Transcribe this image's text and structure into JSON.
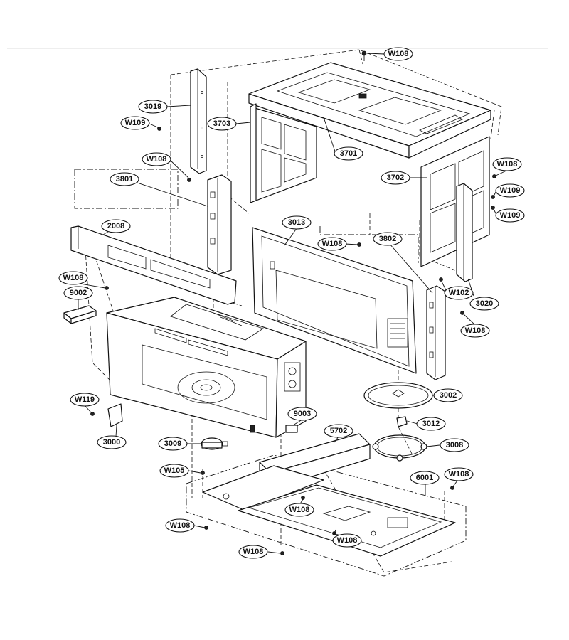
{
  "callouts": [
    {
      "id": "w108-top",
      "label": "W108"
    },
    {
      "id": "3019",
      "label": "3019"
    },
    {
      "id": "w109-left",
      "label": "W109"
    },
    {
      "id": "3703",
      "label": "3703"
    },
    {
      "id": "3701",
      "label": "3701"
    },
    {
      "id": "w108-upper-left",
      "label": "W108"
    },
    {
      "id": "3801",
      "label": "3801"
    },
    {
      "id": "3702",
      "label": "3702"
    },
    {
      "id": "w108-right-1",
      "label": "W108"
    },
    {
      "id": "w109-right-1",
      "label": "W109"
    },
    {
      "id": "w109-right-2",
      "label": "W109"
    },
    {
      "id": "2008",
      "label": "2008"
    },
    {
      "id": "3013",
      "label": "3013"
    },
    {
      "id": "w108-door",
      "label": "W108"
    },
    {
      "id": "3802",
      "label": "3802"
    },
    {
      "id": "w108-left-mid",
      "label": "W108"
    },
    {
      "id": "9002",
      "label": "9002"
    },
    {
      "id": "w102",
      "label": "W102"
    },
    {
      "id": "3020",
      "label": "3020"
    },
    {
      "id": "w108-right-2",
      "label": "W108"
    },
    {
      "id": "3002",
      "label": "3002"
    },
    {
      "id": "w119",
      "label": "W119"
    },
    {
      "id": "9003",
      "label": "9003"
    },
    {
      "id": "3012",
      "label": "3012"
    },
    {
      "id": "3000",
      "label": "3000"
    },
    {
      "id": "5702",
      "label": "5702"
    },
    {
      "id": "3009",
      "label": "3009"
    },
    {
      "id": "3008",
      "label": "3008"
    },
    {
      "id": "6001",
      "label": "6001"
    },
    {
      "id": "w108-base-right",
      "label": "W108"
    },
    {
      "id": "w105",
      "label": "W105"
    },
    {
      "id": "w108-base-center",
      "label": "W108"
    },
    {
      "id": "w108-base-left",
      "label": "W108"
    },
    {
      "id": "w108-base-mid",
      "label": "W108"
    },
    {
      "id": "w108-bottom",
      "label": "W108"
    }
  ]
}
